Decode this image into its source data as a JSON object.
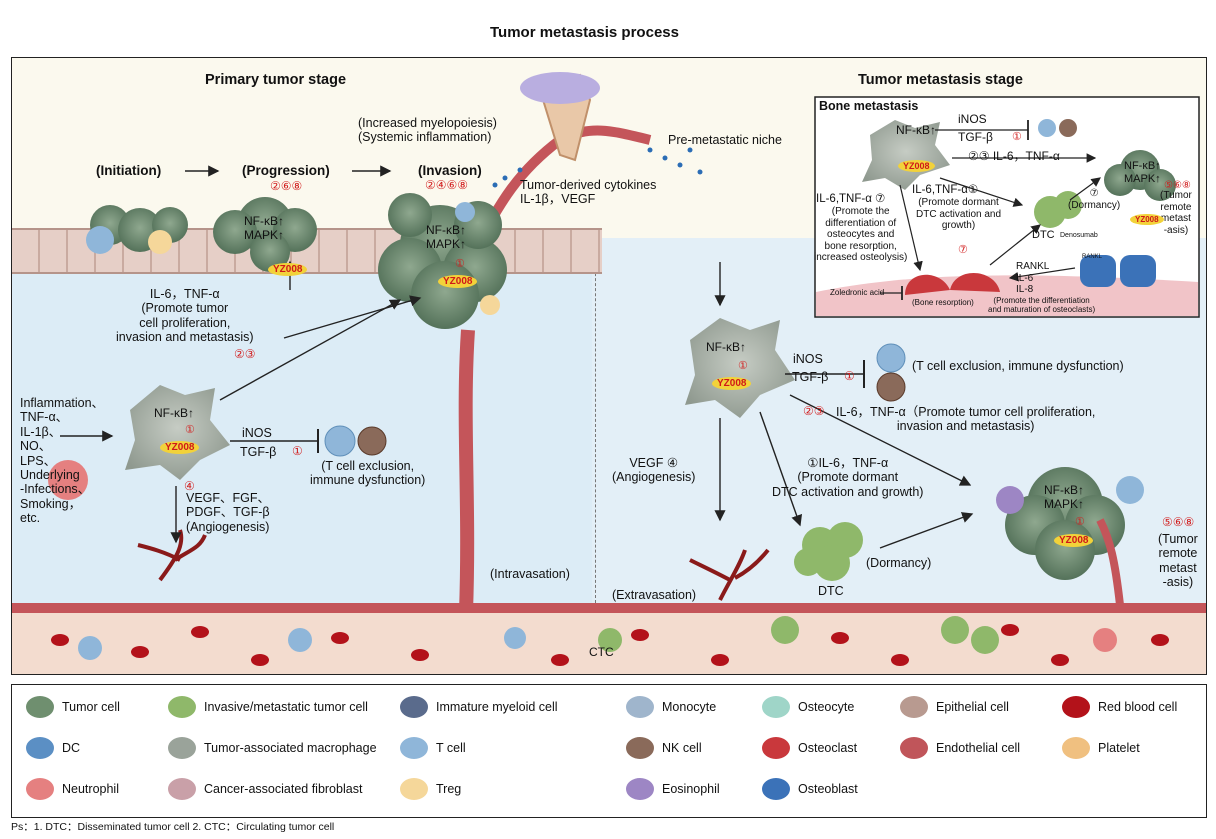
{
  "title": "Tumor metastasis process",
  "primary": {
    "heading": "Primary tumor stage",
    "initiation": "(Initiation)",
    "progression": "(Progression)",
    "progression_nums": "②⑥⑧",
    "invasion": "(Invasion)",
    "invasion_nums": "②④⑥⑧",
    "myelo": "(Increased myelopoiesis)\n(Systemic inflammation)",
    "cytokines": "Tumor-derived cytokines\nIL-1β，VEGF",
    "premet": "Pre-metastatic niche",
    "nfkb_mapk": "NF-κB↑\nMAPK↑",
    "nfkb": "NF-κB↑",
    "yz": "YZ008",
    "circ1": "①",
    "il6_text": "IL-6，TNF-α\n(Promote tumor\ncell proliferation,\ninvasion and metastasis)",
    "il6_nums": "②③",
    "inflam": "Inflammation、\nTNF-α、\nIL-1β、\nNO、\nLPS、\nUnderlying\n-Infections、\nSmoking，\netc.",
    "inos": "iNOS",
    "tgf": "TGF-β",
    "tcell": "(T cell exclusion,\nimmune dysfunction)",
    "vegf_num": "④",
    "vegf": "VEGF、FGF、\nPDGF、TGF-β\n(Angiogenesis)",
    "intravasation": "(Intravasation)",
    "extravasation": "(Extravasation)",
    "ctc": "CTC"
  },
  "metastasis": {
    "heading": "Tumor metastasis stage",
    "tcell": "(T cell exclusion, immune dysfunction)",
    "il6_nums": "②③",
    "il6": "IL-6，TNF-α（Promote tumor cell proliferation,\ninvasion and metastasis)",
    "vegf": "VEGF ④\n(Angiogenesis)",
    "dormant": "①IL-6，TNF-α\n(Promote dormant\nDTC activation and growth)",
    "dormancy": "(Dormancy)",
    "dtc": "DTC",
    "remote_nums": "⑤⑥⑧",
    "remote": "(Tumor\nremote\nmetast\n-asis)"
  },
  "bone": {
    "heading": "Bone metastasis",
    "inos": "iNOS",
    "tgf": "TGF-β",
    "il6_tnf": "②③ IL-6，TNF-α",
    "left_il6": "IL-6,TNF-α ⑦",
    "left_text": "(Promote the\ndifferentiation of\nosteocytes and\nbone resorption,\nincreased osteolysis)",
    "mid_il6": "IL-6,TNF-α①",
    "mid_text": "(Promote dormant\nDTC activation and\ngrowth)",
    "dormancy": "⑦\n(Dormancy)",
    "dtc": "DTC",
    "denosumab": "Denosumab",
    "rankl_small": "RANKL",
    "rankl": "RANKL\nIL-6\nIL-8",
    "rankl_text": "(Promote the differentiation\nand maturation of osteoclasts)",
    "zoledronic": "Zoledronic acid",
    "bone_resorption": "(Bone resorption)",
    "remote_nums": "⑤⑥⑧",
    "remote": "(Tumor\nremote\nmetast\n-asis)",
    "seven": "⑦"
  },
  "legend": [
    {
      "label": "Tumor cell",
      "icon": "tumor-cell",
      "color": "#6f8f6f"
    },
    {
      "label": "Invasive/metastatic tumor cell",
      "icon": "invasive-tumor-cell",
      "color": "#8fb86a"
    },
    {
      "label": "Immature myeloid cell",
      "icon": "immature-myeloid-cell",
      "color": "#5a6b8c"
    },
    {
      "label": "Monocyte",
      "icon": "monocyte",
      "color": "#9fb5cc"
    },
    {
      "label": "Osteocyte",
      "icon": "osteocyte",
      "color": "#9fd5c8"
    },
    {
      "label": "Epithelial cell",
      "icon": "epithelial-cell",
      "color": "#b89a90"
    },
    {
      "label": "Red blood cell",
      "icon": "red-blood-cell",
      "color": "#b3121a"
    },
    {
      "label": "DC",
      "icon": "dc",
      "color": "#5b8fc4"
    },
    {
      "label": "Tumor-associated macrophage",
      "icon": "macrophage",
      "color": "#9aa39a"
    },
    {
      "label": "T cell",
      "icon": "t-cell",
      "color": "#8fb6d9"
    },
    {
      "label": "NK cell",
      "icon": "nk-cell",
      "color": "#8a6a5a"
    },
    {
      "label": "Osteoclast",
      "icon": "osteoclast",
      "color": "#c9383c"
    },
    {
      "label": "Endothelial cell",
      "icon": "endothelial-cell",
      "color": "#c0555a"
    },
    {
      "label": "Platelet",
      "icon": "platelet",
      "color": "#f0c080"
    },
    {
      "label": "Neutrophil",
      "icon": "neutrophil",
      "color": "#e58080"
    },
    {
      "label": "Cancer-associated fibroblast",
      "icon": "fibroblast",
      "color": "#c9a0a8"
    },
    {
      "label": "Treg",
      "icon": "treg",
      "color": "#f5d79a"
    },
    {
      "label": "Eosinophil",
      "icon": "eosinophil",
      "color": "#9d86c4"
    },
    {
      "label": "Osteoblast",
      "icon": "osteoblast",
      "color": "#3b72b8"
    }
  ],
  "footnote": "Ps：1. DTC：Disseminated tumor cell    2. CTC：Circulating tumor cell"
}
